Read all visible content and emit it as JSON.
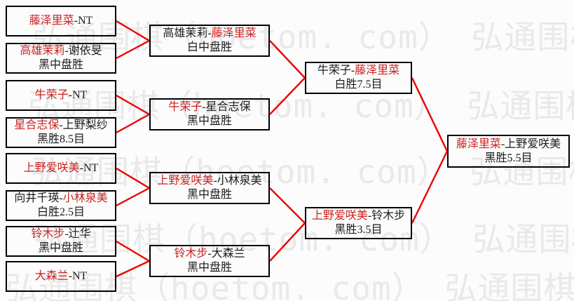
{
  "watermark": {
    "text": "弘通围棋（hoetom. com）",
    "color": "#e9e9e9"
  },
  "colors": {
    "winner_red": "#cc2222",
    "connector_red": "#ee0000",
    "box_border": "#000000",
    "text_black": "#1c1c1c",
    "background": "#fcfcfc"
  },
  "separator": "-",
  "rounds": [
    {
      "id": "round1",
      "matches": [
        {
          "left": "藤泽里菜",
          "right": "NT",
          "winner": "left",
          "result": ""
        },
        {
          "left": "高雄茉莉",
          "right": "谢依旻",
          "winner": "left",
          "result": "黑中盘胜"
        },
        {
          "left": "牛荣子",
          "right": "NT",
          "winner": "left",
          "result": ""
        },
        {
          "left": "星合志保",
          "right": "上野梨纱",
          "winner": "left",
          "result": "黑胜8.5目"
        },
        {
          "left": "上野爱咲美",
          "right": "NT",
          "winner": "left",
          "result": ""
        },
        {
          "left": "向井千瑛",
          "right": "小林泉美",
          "winner": "right",
          "result": "白胜2.5目"
        },
        {
          "left": "铃木步",
          "right": "辻华",
          "winner": "left",
          "result": "黑中盘胜"
        },
        {
          "left": "大森兰",
          "right": "NT",
          "winner": "left",
          "result": ""
        }
      ]
    },
    {
      "id": "round2",
      "matches": [
        {
          "left": "高雄茉莉",
          "right": "藤泽里菜",
          "winner": "right",
          "result": "白中盘胜"
        },
        {
          "left": "牛荣子",
          "right": "星合志保",
          "winner": "left",
          "result": "黑中盘胜"
        },
        {
          "left": "上野爱咲美",
          "right": "小林泉美",
          "winner": "left",
          "result": "黑中盘胜"
        },
        {
          "left": "铃木步",
          "right": "大森兰",
          "winner": "left",
          "result": "黑中盘胜"
        }
      ]
    },
    {
      "id": "semifinal",
      "matches": [
        {
          "left": "牛荣子",
          "right": "藤泽里菜",
          "winner": "right",
          "result": "白胜7.5目"
        },
        {
          "left": "上野爱咲美",
          "right": "铃木步",
          "winner": "left",
          "result": "黑胜3.5目"
        }
      ]
    },
    {
      "id": "final",
      "matches": [
        {
          "left": "藤泽里菜",
          "right": "上野爱咲美",
          "winner": "left",
          "result": "黑胜5.5目"
        }
      ]
    }
  ]
}
